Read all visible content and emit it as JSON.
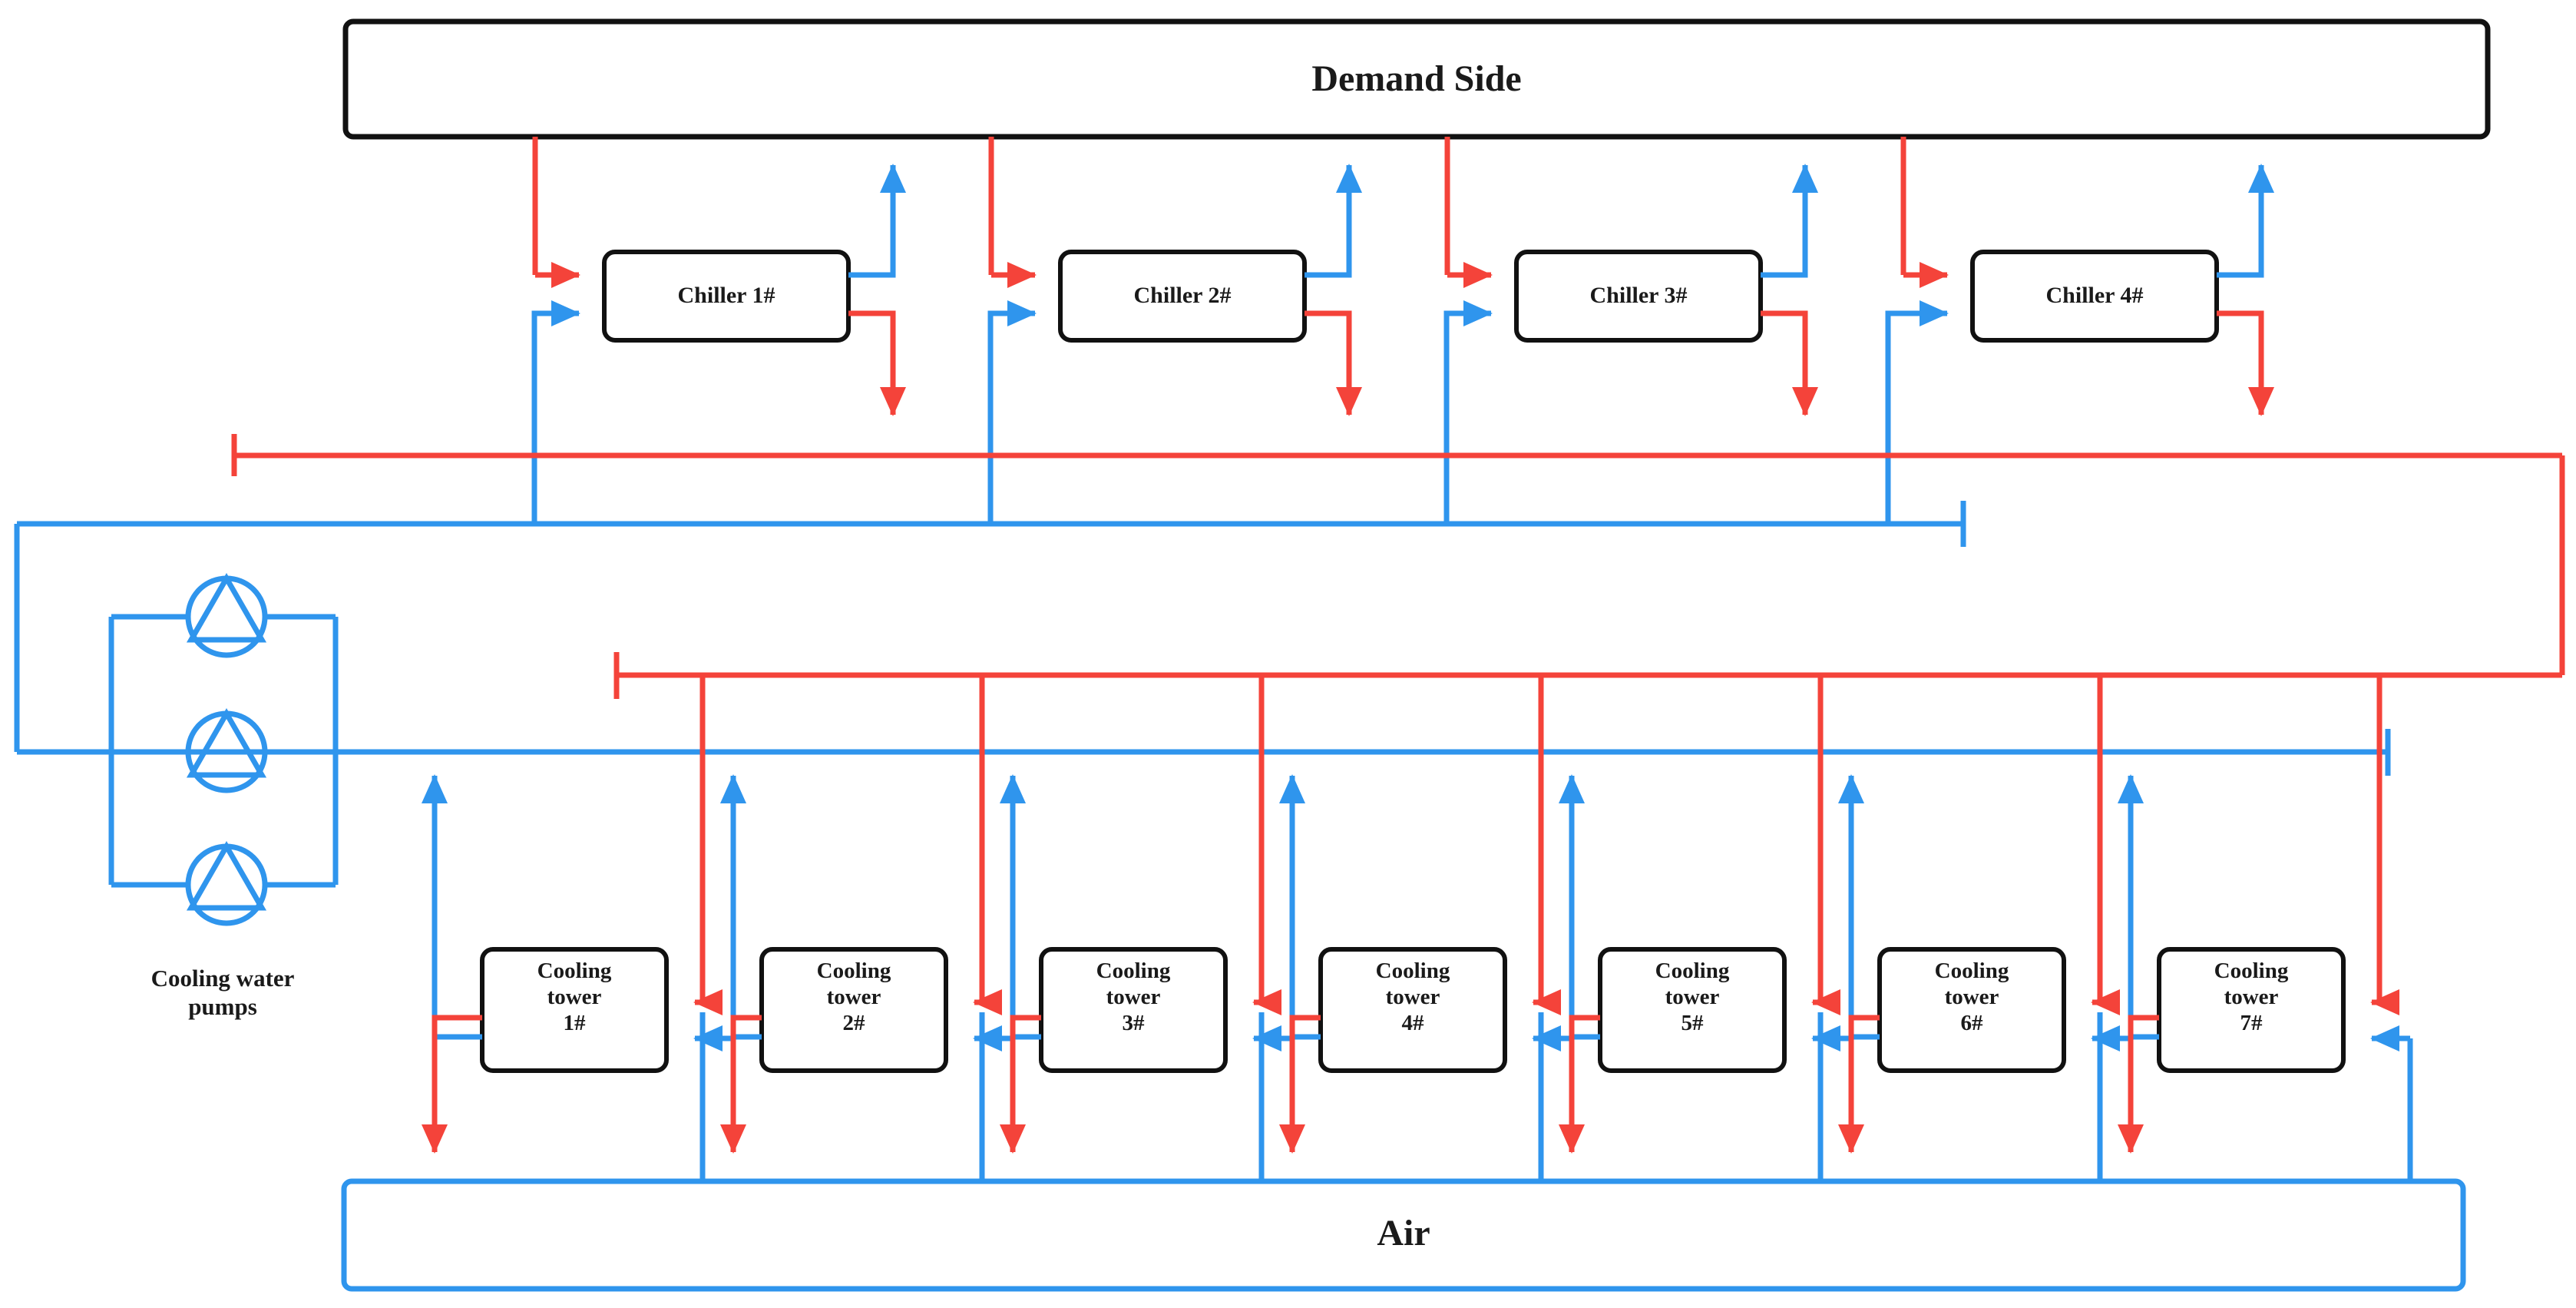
{
  "diagram": {
    "title_blocks": {
      "demand_side": "Demand Side",
      "air": "Air",
      "cooling_water_pumps_line1": "Cooling water",
      "cooling_water_pumps_line2": "pumps"
    },
    "chillers": [
      {
        "label": "Chiller 1#"
      },
      {
        "label": "Chiller 2#"
      },
      {
        "label": "Chiller 3#"
      },
      {
        "label": "Chiller 4#"
      }
    ],
    "cooling_towers": [
      {
        "line1": "Cooling",
        "line2": "tower",
        "line3": "1#"
      },
      {
        "line1": "Cooling",
        "line2": "tower",
        "line3": "2#"
      },
      {
        "line1": "Cooling",
        "line2": "tower",
        "line3": "3#"
      },
      {
        "line1": "Cooling",
        "line2": "tower",
        "line3": "4#"
      },
      {
        "line1": "Cooling",
        "line2": "tower",
        "line3": "5#"
      },
      {
        "line1": "Cooling",
        "line2": "tower",
        "line3": "6#"
      },
      {
        "line1": "Cooling",
        "line2": "tower",
        "line3": "7#"
      }
    ],
    "pumps": [
      {
        "name": "cooling-water-pump-1"
      },
      {
        "name": "cooling-water-pump-2"
      },
      {
        "name": "cooling-water-pump-3"
      }
    ],
    "colors": {
      "hot_water": "#f4433a",
      "cold_water": "#2f95ed",
      "box_outline": "#111111",
      "air_outline": "#2f95ed",
      "text": "#1a1a1a",
      "background": "#ffffff"
    }
  }
}
